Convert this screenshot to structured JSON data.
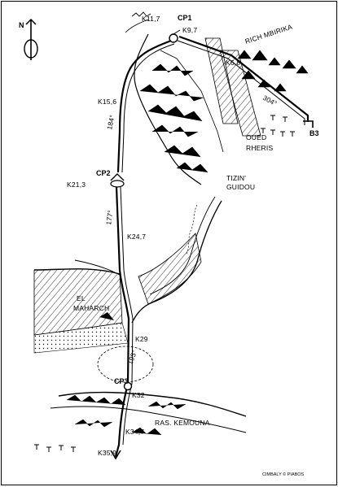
{
  "compass": {
    "north": "N"
  },
  "checkpoints": [
    {
      "id": "cp1",
      "name": "CP1",
      "km": "K9,7"
    },
    {
      "id": "cp2",
      "name": "CP2",
      "km": "K21,3"
    },
    {
      "id": "cp3",
      "name": "CP3",
      "km": "K32"
    }
  ],
  "kilometer_marks": {
    "k11_7": "K11,7",
    "k6_8": "K6,8",
    "k15_6": "K15,6",
    "k24_7": "K24,7",
    "k29": "K29",
    "k34_7": "K34,7",
    "k35_9": "K35,9"
  },
  "bearings": {
    "b304": "304°",
    "b184": "184°",
    "b177": "177°",
    "b195": "195°"
  },
  "place_names": {
    "rich_mbirika": "RICH MBIRIKA",
    "oued_rheris_1": "OUED",
    "oued_rheris_2": "RHERIS",
    "tizin_guidou_1": "TIZIN'",
    "tizin_guidou_2": "GUIDOU",
    "el_maharch_1": "EL",
    "el_maharch_2": "MAHARCH",
    "ras_kemouna": "RAS. KEMOUNA"
  },
  "start_marker": "B3",
  "credit": "CIMBALY © PIABOS"
}
